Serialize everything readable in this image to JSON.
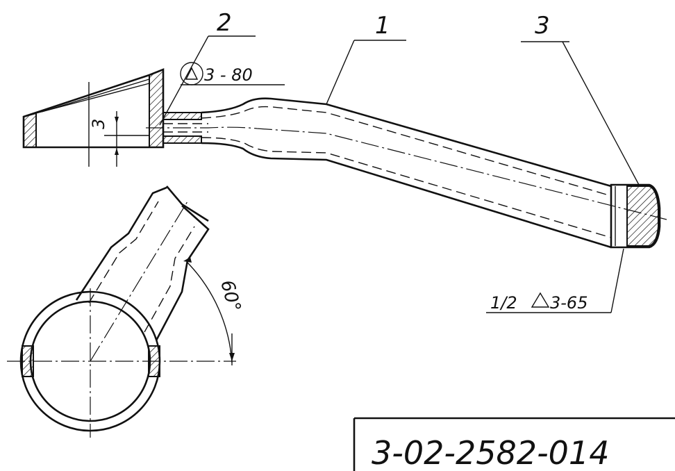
{
  "drawing": {
    "item_labels": [
      "1",
      "2",
      "3"
    ],
    "weld_note_top": "3 - 80",
    "weld_note_bottom_fraction": "1/2",
    "weld_note_bottom": "3-65",
    "dimension_3": "3",
    "angle_label": "60°",
    "drawing_number": "3-02-2582-014"
  }
}
